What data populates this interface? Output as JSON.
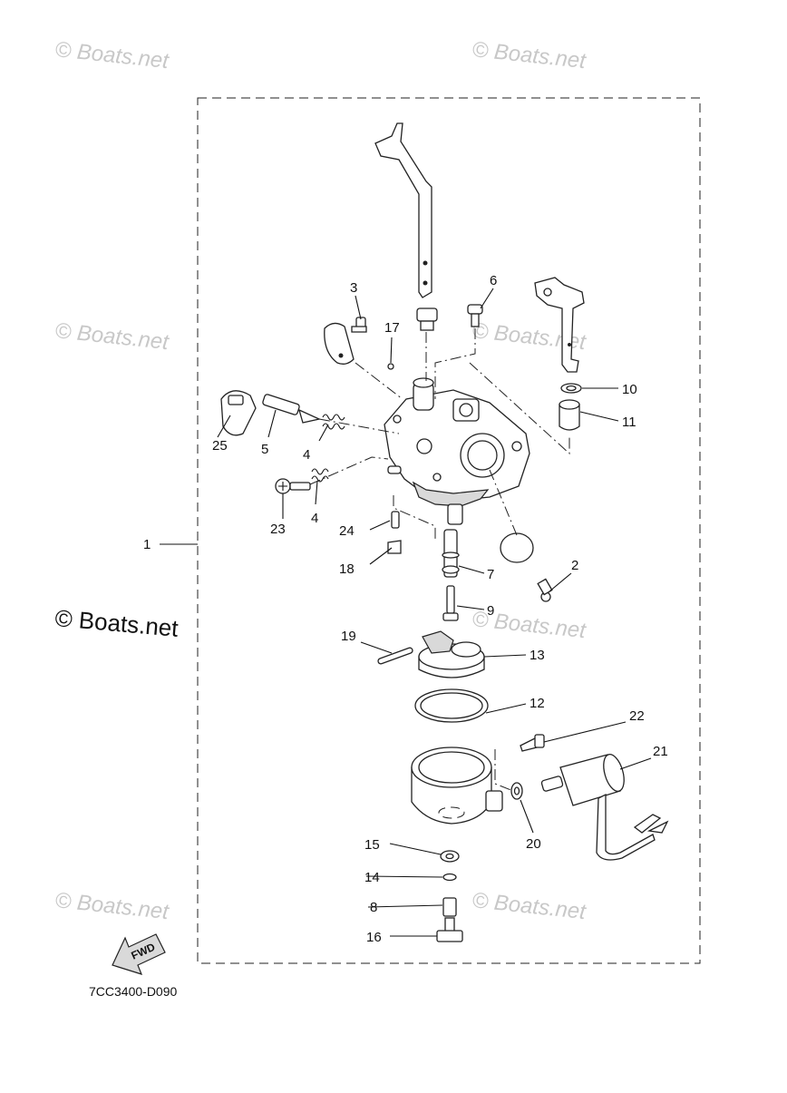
{
  "watermarks": {
    "text": "© Boats.net",
    "dark_text": "© Boats.net"
  },
  "diagram_code": "7CC3400-D090",
  "fwd_label": "FWD",
  "callouts": {
    "p1": "1",
    "p2": "2",
    "p3": "3",
    "p4a": "4",
    "p4b": "4",
    "p5": "5",
    "p6": "6",
    "p7": "7",
    "p8": "8",
    "p9": "9",
    "p10": "10",
    "p11": "11",
    "p12": "12",
    "p13": "13",
    "p14": "14",
    "p15": "15",
    "p16": "16",
    "p17": "17",
    "p18": "18",
    "p19": "19",
    "p20": "20",
    "p21": "21",
    "p22": "22",
    "p23": "23",
    "p24": "24",
    "p25": "25"
  }
}
